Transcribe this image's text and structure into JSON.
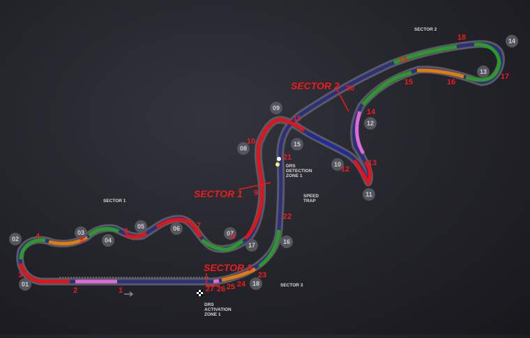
{
  "circuit": {
    "sector_headings": {
      "s1": "SECTOR 1",
      "s2": "SECTOR 2",
      "s3": "SECTOR 3"
    },
    "sector_markers": {
      "s1": "SECTOR 1",
      "s2": "SECTOR 2",
      "s3": "SECTOR 3"
    },
    "drs_detection": {
      "line1": "DRS",
      "line2": "DETECTION",
      "line3": "ZONE 1"
    },
    "drs_activation": {
      "line1": "DRS",
      "line2": "ACTIVATION",
      "line3": "ZONE 1"
    },
    "speed_trap": {
      "line1": "SPEED",
      "line2": "TRAP"
    },
    "turn_numbers": [
      "1",
      "2",
      "3",
      "4",
      "5",
      "6",
      "7",
      "8",
      "9",
      "10",
      "11",
      "12",
      "13",
      "14",
      "15",
      "16",
      "17",
      "18",
      "19",
      "20",
      "21",
      "22",
      "23",
      "24",
      "25",
      "26",
      "27"
    ],
    "reference_points": [
      "01",
      "02",
      "03",
      "04",
      "05",
      "06",
      "07",
      "08",
      "09",
      "10",
      "11",
      "12",
      "13",
      "14",
      "15",
      "16",
      "17",
      "18"
    ],
    "colors": {
      "track_base": "#2c2f7a",
      "kerb_red": "#e0141a",
      "kerb_green": "#2b9a2b",
      "kerb_orange": "#e07a12",
      "kerb_pink": "#e06ad8",
      "outline": "#5a5a62",
      "turn_label": "#ee1c1c"
    }
  }
}
